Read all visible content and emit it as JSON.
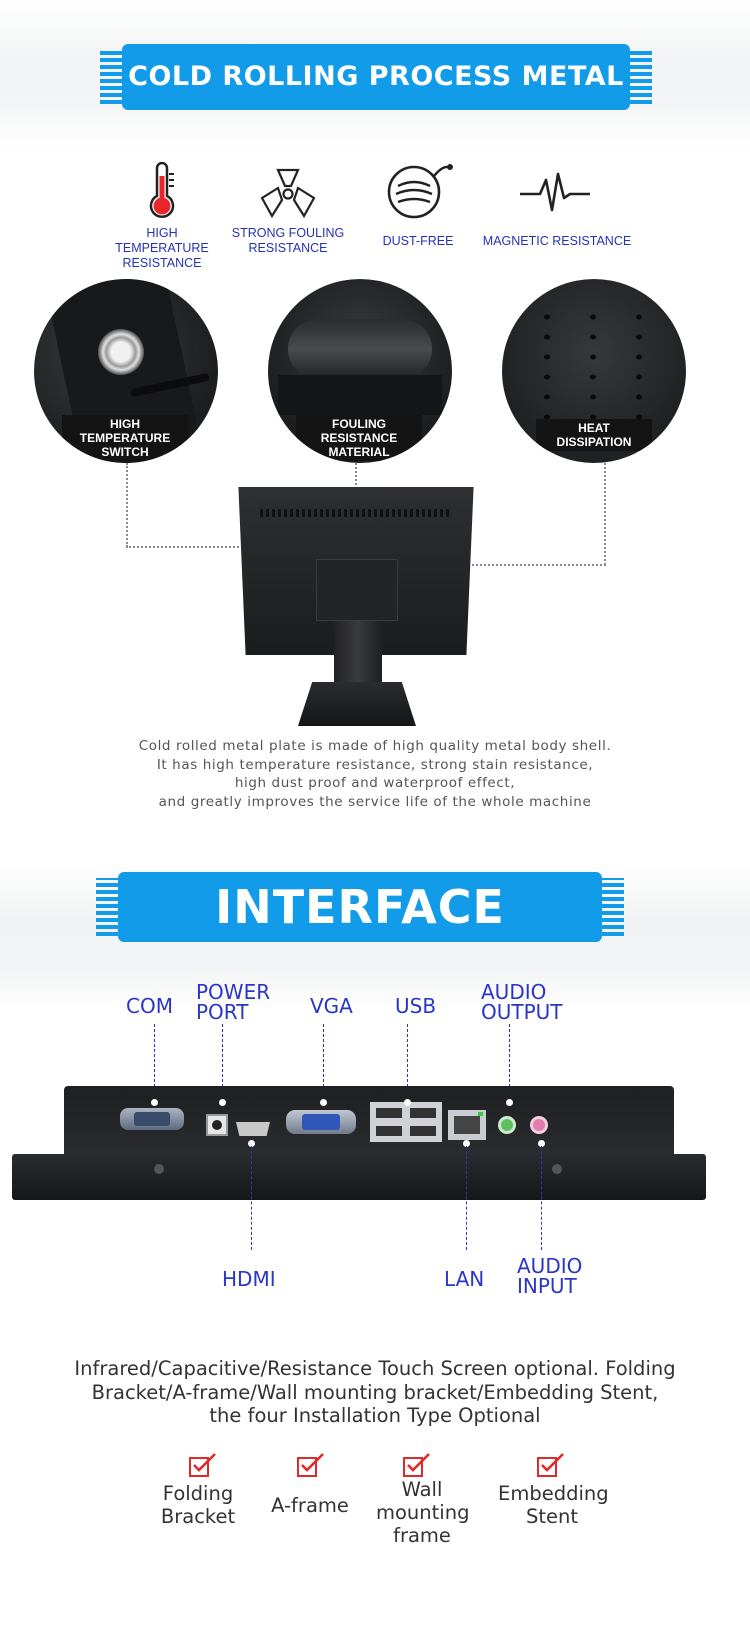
{
  "banner1": {
    "title": "COLD ROLLING PROCESS METAL"
  },
  "features": [
    {
      "icon": "thermometer-icon",
      "label": "HIGH TEMPERATURE RESISTANCE"
    },
    {
      "icon": "radiation-icon",
      "label": "STRONG FOULING RESISTANCE"
    },
    {
      "icon": "mask-icon",
      "label": "DUST-FREE"
    },
    {
      "icon": "pulse-icon",
      "label": "MAGNETIC RESISTANCE"
    }
  ],
  "callouts": [
    {
      "label": "HIGH TEMPERATURE SWITCH"
    },
    {
      "label": "FOULING RESISTANCE MATERIAL"
    },
    {
      "label": "HEAT DISSIPATION"
    }
  ],
  "description": [
    "Cold rolled metal plate is made of high quality metal body shell.",
    "It has high temperature resistance, strong stain resistance,",
    "high dust proof and waterproof effect,",
    "and greatly improves the service life of the whole machine"
  ],
  "banner2": {
    "title": "INTERFACE"
  },
  "ports_top": [
    {
      "label": "COM"
    },
    {
      "label": "POWER PORT"
    },
    {
      "label": "VGA"
    },
    {
      "label": "USB"
    },
    {
      "label": "AUDIO OUTPUT"
    }
  ],
  "ports_bottom": [
    {
      "label": "HDMI"
    },
    {
      "label": "LAN"
    },
    {
      "label": "AUDIO INPUT"
    }
  ],
  "install_text": [
    "Infrared/Capacitive/Resistance Touch Screen optional. Folding",
    "Bracket/A-frame/Wall mounting bracket/Embedding Stent,",
    "the four Installation Type Optional"
  ],
  "install_options": [
    {
      "icon": "checkbox-icon",
      "label": "Folding Bracket"
    },
    {
      "icon": "checkbox-icon",
      "label": "A-frame"
    },
    {
      "icon": "checkbox-icon",
      "label": "Wall mounting frame"
    },
    {
      "icon": "checkbox-icon",
      "label": "Embedding Stent"
    }
  ],
  "colors": {
    "accent_blue": "#119be8",
    "label_blue": "#2a36c8",
    "check_red": "#e02a2a"
  }
}
